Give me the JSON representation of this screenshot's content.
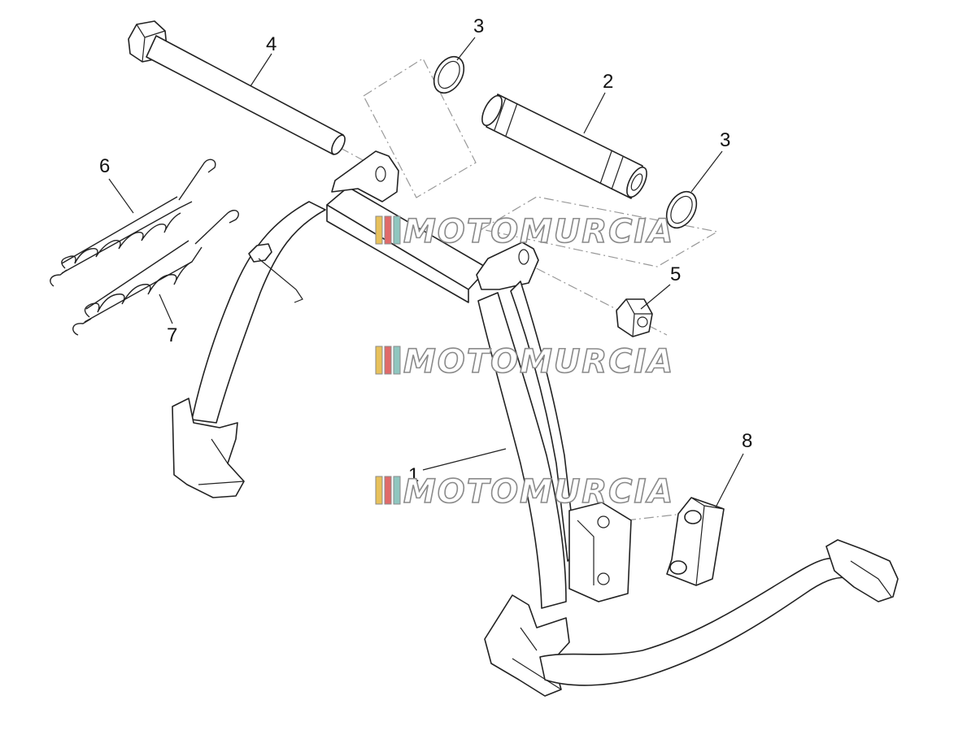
{
  "callouts": [
    {
      "id": "c4",
      "label": "4"
    },
    {
      "id": "c3a",
      "label": "3"
    },
    {
      "id": "c2",
      "label": "2"
    },
    {
      "id": "c3b",
      "label": "3"
    },
    {
      "id": "c6",
      "label": "6"
    },
    {
      "id": "c7",
      "label": "7"
    },
    {
      "id": "c5",
      "label": "5"
    },
    {
      "id": "c8",
      "label": "8"
    },
    {
      "id": "c1",
      "label": "1"
    }
  ],
  "watermark": {
    "text": "MOTOMURCIA",
    "stripe_colors": [
      "#e8c15a",
      "#e06a6a",
      "#8fc7c0"
    ]
  },
  "colors": {
    "line": "#222222",
    "background": "#ffffff",
    "dash": "#999999"
  }
}
